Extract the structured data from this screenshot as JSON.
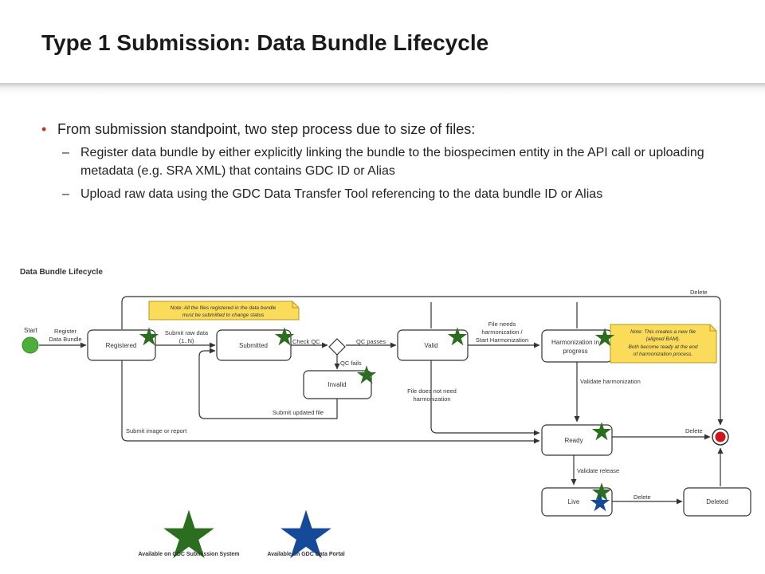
{
  "slide": {
    "title": "Type 1 Submission: Data Bundle Lifecycle",
    "bullet": "From submission standpoint, two step process due to size of files:",
    "subbullets": [
      "Register data bundle by either explicitly linking the bundle to the biospecimen entity in the API call or uploading metadata (e.g. SRA XML) that contains GDC ID or Alias",
      "Upload raw data using the GDC Data Transfer Tool referencing to the data bundle ID or Alias"
    ],
    "bullet_marker": "•",
    "dash_marker": "–"
  },
  "diagram": {
    "title": "Data Bundle Lifecycle",
    "start_label": "Start",
    "states": {
      "registered": "Registered",
      "submitted": "Submitted",
      "valid": "Valid",
      "harmonization": [
        "Harmonization in",
        "progress"
      ],
      "invalid": "Invalid",
      "ready": "Ready",
      "live": "Live",
      "deleted": "Deleted"
    },
    "transitions": {
      "register": [
        "Register",
        "Data Bundle"
      ],
      "submit_raw": [
        "Submit raw data",
        "(1..N)"
      ],
      "check_qc": "Check QC",
      "qc_passes": "QC passes",
      "qc_fails": "QC fails",
      "file_needs": [
        "File needs",
        "harmonization /",
        "Start Harmonization"
      ],
      "file_no_need": [
        "File does not need",
        "harmonization"
      ],
      "submit_updated": "Submit updated file",
      "submit_image": "Submit image or report",
      "validate_harmonization": "Validate harmonization",
      "validate_release": "Validate release",
      "delete_top": "Delete",
      "delete_ready": "Delete",
      "delete_live": "Delete"
    },
    "notes": {
      "note1": [
        "Note: All the files registered in the data bundle",
        "must be submitted to change status"
      ],
      "note2": [
        "Note: This creates a new file",
        "(aligned BAM).",
        "Both become ready at the end",
        "of harmonization process."
      ]
    },
    "legend": {
      "submission_system": "Available on GDC Submission System",
      "data_portal": "Available on GDC Data Portal"
    },
    "colors": {
      "green_star": "#3f9a2e",
      "blue_star": "#1f5fc4",
      "start": "#4caf3a",
      "end": "#d0141c",
      "note": "#fbdb5a"
    }
  }
}
